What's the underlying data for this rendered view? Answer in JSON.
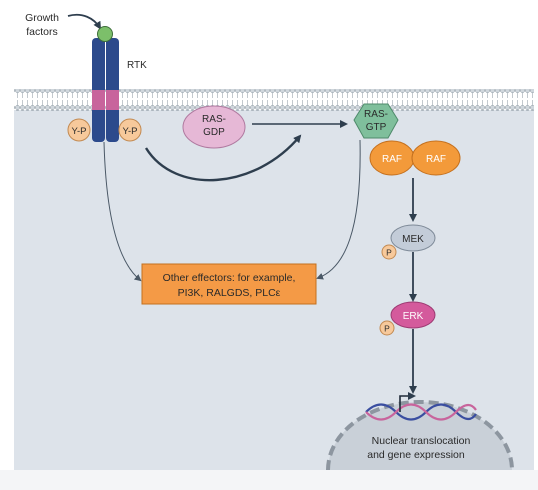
{
  "labels": {
    "growth_factors_1": "Growth",
    "growth_factors_2": "factors",
    "rtk": "RTK",
    "yp_left": "Y-P",
    "yp_right": "Y-P",
    "ras_gdp_1": "RAS-",
    "ras_gdp_2": "GDP",
    "ras_gtp_1": "RAS-",
    "ras_gtp_2": "GTP",
    "raf_left": "RAF",
    "raf_right": "RAF",
    "mek": "MEK",
    "mek_p": "P",
    "erk": "ERK",
    "erk_p": "P",
    "effectors_1": "Other effectors: for example,",
    "effectors_2": "PI3K, RALGDS, PLCε",
    "nucleus_1": "Nuclear translocation",
    "nucleus_2": "and gene expression"
  },
  "colors": {
    "cytoplasm": "#dde3ea",
    "receptor_blue": "#2c4a8c",
    "receptor_pink": "#c8649c",
    "ligand_green": "#7cbf6a",
    "phospho_orange": "#f7c99b",
    "ras_gdp": "#e6b8d6",
    "ras_gtp": "#7fbf9c",
    "raf_orange": "#f39a3a",
    "mek_grey": "#c3ccd8",
    "erk_pink": "#d45a9c",
    "effector_box": "#f49a46",
    "arrow": "#2e3e4e"
  }
}
